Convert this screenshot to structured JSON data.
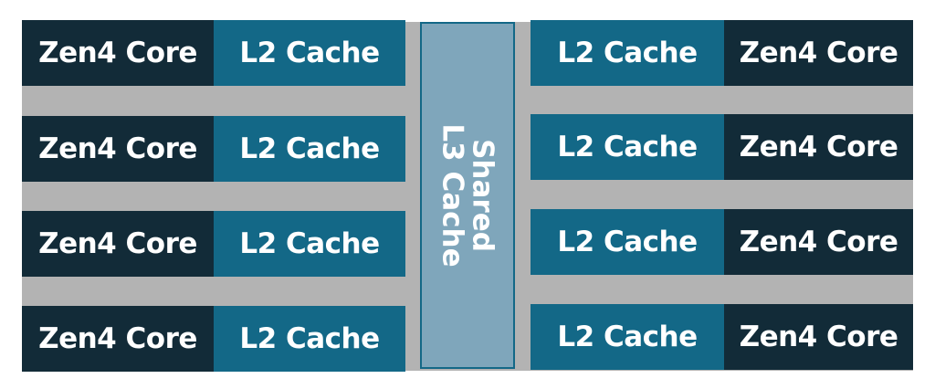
{
  "left_rows": [
    {
      "core": "Zen4 Core",
      "cache": "L2 Cache"
    },
    {
      "core": "Zen4 Core",
      "cache": "L2 Cache"
    },
    {
      "core": "Zen4 Core",
      "cache": "L2 Cache"
    },
    {
      "core": "Zen4 Core",
      "cache": "L2 Cache"
    }
  ],
  "right_rows": [
    {
      "cache": "L2 Cache",
      "core": "Zen4 Core"
    },
    {
      "cache": "L2 Cache",
      "core": "Zen4 Core"
    },
    {
      "cache": "L2 Cache",
      "core": "Zen4 Core"
    },
    {
      "cache": "L2 Cache",
      "core": "Zen4 Core"
    }
  ],
  "l3": {
    "line1": "Shared",
    "line2": "L3 Cache"
  },
  "colors": {
    "core": "#122b38",
    "l2": "#136887",
    "l3": "#7fa6bb",
    "background": "#b3b3b3"
  }
}
